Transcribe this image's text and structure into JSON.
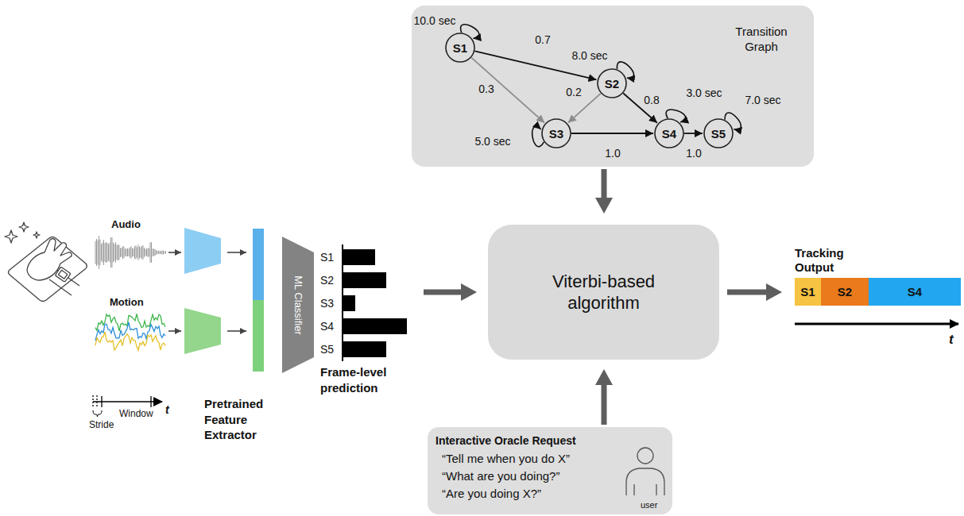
{
  "diagram": {
    "nodes": [
      {
        "text": [
          "ML Classifier"
        ]
      },
      {
        "text": [
          "S1",
          "S2",
          "S3",
          "S4",
          "S5",
          "Frame-level prediction"
        ]
      },
      {
        "text": [
          "Transition Graph"
        ]
      },
      {
        "text": [
          "S1"
        ],
        "in": 2
      },
      {
        "text": [
          "S2"
        ],
        "in": 2
      },
      {
        "text": [
          "S3"
        ],
        "in": 2
      },
      {
        "text": [
          "S4"
        ],
        "in": 2
      },
      {
        "text": [
          "S5"
        ],
        "in": 2
      },
      {
        "text": [
          "Viterbi-based algorithm"
        ]
      },
      {
        "text": [
          "Interactive Oracle Request",
          "“Tell me when you do X”",
          "“What are you doing?”",
          "“Are you doing X?”"
        ]
      },
      {
        "text": [
          "Tracking Output"
        ]
      },
      {
        "text": [
          "S1"
        ],
        "in": 10
      },
      {
        "text": [
          "S2"
        ],
        "in": 10
      },
      {
        "text": [
          "S4"
        ],
        "in": 10
      }
    ],
    "edges": [
      {
        "from": 3,
        "to": 4,
        "label": "0.7",
        "arrow": "to"
      },
      {
        "from": 3,
        "to": 5,
        "label": "0.3",
        "arrow": "to"
      },
      {
        "from": 4,
        "to": 5,
        "label": "0.2",
        "arrow": "to"
      },
      {
        "from": 4,
        "to": 6,
        "label": "0.8",
        "arrow": "to"
      },
      {
        "from": 5,
        "to": 6,
        "label": "1.0",
        "arrow": "to"
      },
      {
        "from": 6,
        "to": 7,
        "label": "1.0",
        "arrow": "to"
      },
      {
        "from": 3,
        "to": 3,
        "label": "10.0 sec",
        "arrow": "to"
      },
      {
        "from": 4,
        "to": 4,
        "label": "8.0 sec",
        "arrow": "to"
      },
      {
        "from": 5,
        "to": 5,
        "label": "5.0 sec",
        "arrow": "to"
      },
      {
        "from": 6,
        "to": 6,
        "label": "3.0 sec",
        "arrow": "to"
      },
      {
        "from": 7,
        "to": 7,
        "label": "7.0 sec",
        "arrow": "to"
      },
      {
        "from": 2,
        "to": 8,
        "arrow": "to"
      },
      {
        "from": 1,
        "to": 8,
        "arrow": "to"
      },
      {
        "from": 9,
        "to": 8,
        "arrow": "to"
      },
      {
        "from": 8,
        "to": 10,
        "arrow": "to"
      }
    ],
    "labels": [
      "Audio",
      "Motion",
      "Stride",
      "Window",
      "t",
      "Pretrained Feature Extractor",
      "user",
      "t"
    ]
  }
}
